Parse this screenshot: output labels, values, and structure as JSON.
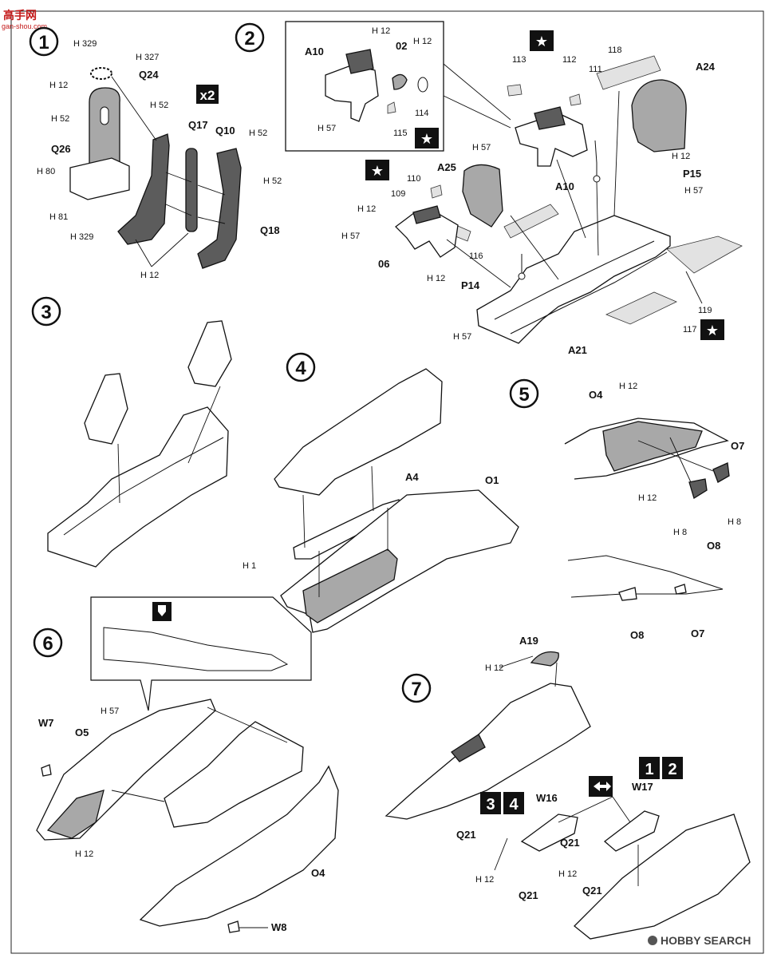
{
  "watermark": {
    "main": "高手网",
    "sub": "gan-shou.com"
  },
  "footer": {
    "brand": "HOBBY SEARCH"
  },
  "steps": {
    "s1": {
      "number": "1",
      "multiplier": "x2",
      "labels": {
        "h329a": "H 329",
        "h327": "H 327",
        "h12a": "H 12",
        "q24": "Q24",
        "h52a": "H 52",
        "h52b": "H 52",
        "h52c": "H 52",
        "h52d": "H 52",
        "q26": "Q26",
        "q17": "Q17",
        "q10": "Q10",
        "h80": "H 80",
        "h81": "H 81",
        "h329b": "H 329",
        "q18": "Q18",
        "h12b": "H 12"
      }
    },
    "s2": {
      "number": "2",
      "star": "★",
      "labels": {
        "a10a": "A10",
        "h12a": "H 12",
        "o2": "02",
        "h12b": "H 12",
        "h57a": "H 57",
        "d114": "114",
        "d115": "115",
        "d113": "113",
        "d112": "112",
        "d111": "111",
        "d118": "118",
        "a24": "A24",
        "h57b": "H 57",
        "a10b": "A10",
        "h12c": "H 12",
        "p15": "P15",
        "h57c": "H 57",
        "a25": "A25",
        "d110": "110",
        "d109": "109",
        "h12d": "H 12",
        "h57d": "H 57",
        "o6": "06",
        "d116": "116",
        "h12e": "H 12",
        "p14": "P14",
        "h57e": "H 57",
        "a21": "A21",
        "d117": "117",
        "d119": "119"
      }
    },
    "s3": {
      "number": "3"
    },
    "s4": {
      "number": "4",
      "labels": {
        "a4": "A4",
        "o1": "O1",
        "h1": "H 1"
      }
    },
    "s5": {
      "number": "5",
      "labels": {
        "o4": "O4",
        "h12": "H 12",
        "o7a": "O7",
        "h12b": "H 12",
        "h8a": "H 8",
        "h8b": "H 8",
        "o8a": "O8",
        "o8b": "O8",
        "o7b": "O7"
      }
    },
    "s6": {
      "number": "6",
      "labels": {
        "w7": "W7",
        "o5": "O5",
        "h57": "H 57",
        "h12": "H 12",
        "o4": "O4",
        "w8": "W8"
      }
    },
    "s7": {
      "number": "7",
      "variants_a": [
        "1",
        "2"
      ],
      "variants_b": [
        "3",
        "4"
      ],
      "labels": {
        "a19": "A19",
        "h12a": "H 12",
        "w16": "W16",
        "w17": "W17",
        "q21a": "Q21",
        "q21b": "Q21",
        "q21c": "Q21",
        "q21d": "Q21",
        "h12b": "H 12",
        "h12c": "H 12"
      }
    }
  }
}
